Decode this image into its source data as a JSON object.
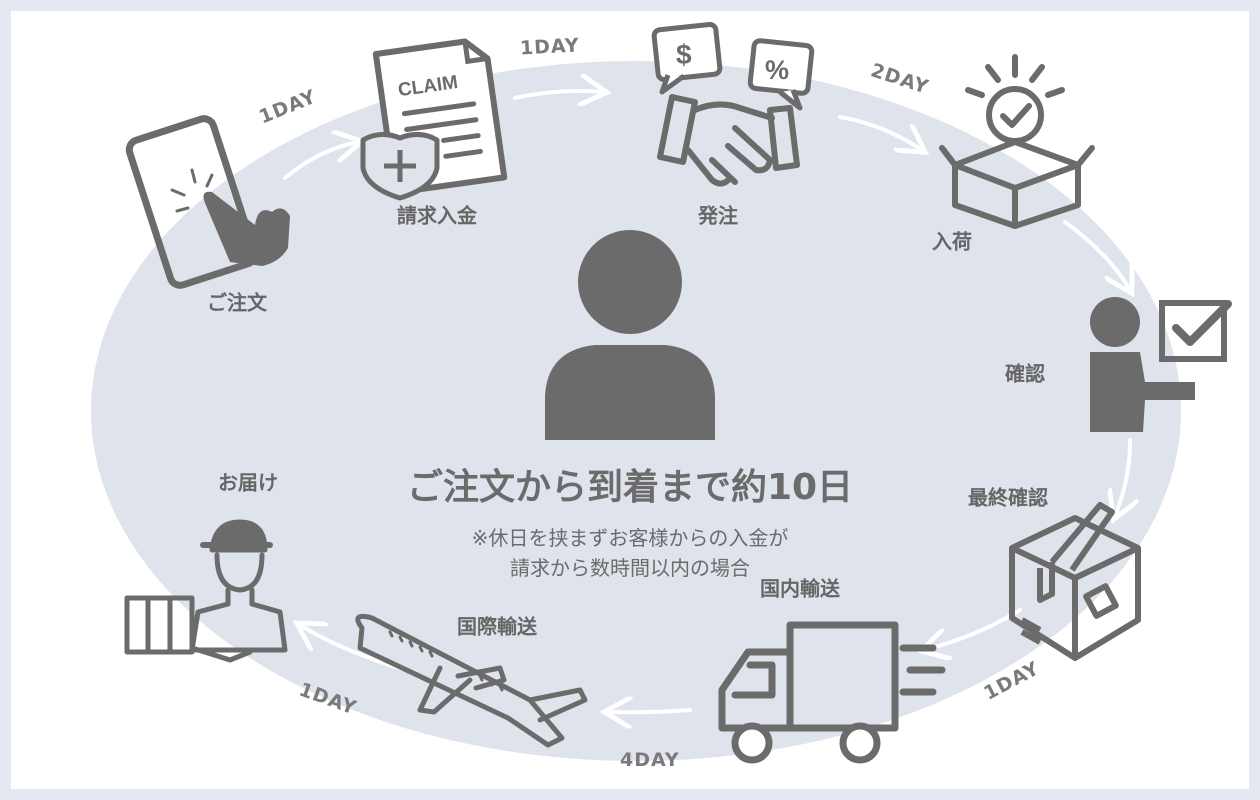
{
  "steps": {
    "order": "ご注文",
    "claim": "請求入金",
    "placing": "発注",
    "arrival": "入荷",
    "check": "確認",
    "final_check": "最終確認",
    "domestic": "国内輸送",
    "international": "国際輸送",
    "delivery": "お届け"
  },
  "durations": {
    "order_to_claim": "1DAY",
    "claim_to_placing": "1DAY",
    "placing_to_arrival": "2DAY",
    "final_to_domestic": "1DAY",
    "domestic_to_international": "4DAY",
    "international_to_delivery": "1DAY"
  },
  "center": {
    "headline": "ご注文から到着まで約10日",
    "note_line1": "※休日を挟まずお客様からの入金が",
    "note_line2": "請求から数時間以内の場合"
  },
  "icon_text": {
    "claim_document": "CLAIM",
    "dollar": "$",
    "percent": "%"
  },
  "colors": {
    "background": "#ffffff",
    "border": "#e4e8f0",
    "ellipse": "#dfe3ec",
    "icon": "#6b6b6b",
    "arrow": "#ffffff"
  }
}
